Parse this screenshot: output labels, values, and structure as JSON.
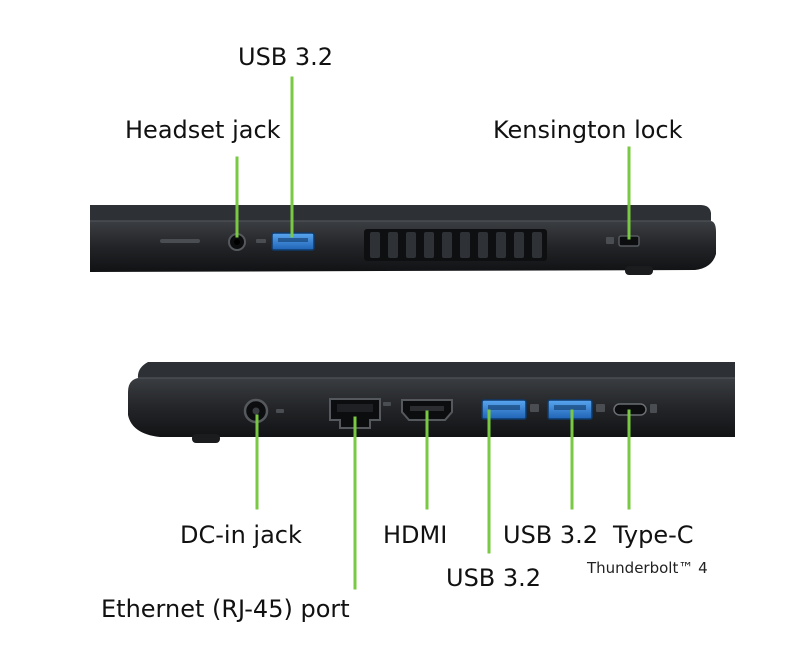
{
  "callouts": {
    "usb_top": "USB 3.2",
    "headset_jack": "Headset jack",
    "kensington_lock": "Kensington lock",
    "dc_in_jack": "DC-in jack",
    "hdmi": "HDMI",
    "usb_bottom_right": "USB 3.2",
    "type_c": "Type-C",
    "thunderbolt": "Thunderbolt™ 4",
    "usb_bottom_left": "USB 3.2",
    "ethernet": "Ethernet (RJ-45) port"
  },
  "colors": {
    "leader": "#7ac943",
    "chassis": "#26282b",
    "chassis_dark": "#141517",
    "chassis_edge": "#3e4145",
    "usb_port": "#2f7fd6"
  }
}
